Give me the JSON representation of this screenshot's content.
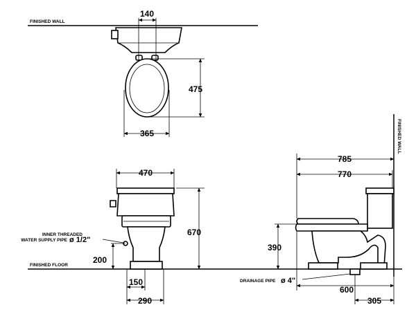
{
  "labels": {
    "finished_wall": "FINISHED WALL",
    "finished_wall_side": "FINISHED WALL",
    "finished_floor": "FINISHED FLOOR",
    "supply_line1": "INNER THREADED",
    "supply_line2": "WATER SUPPLY PIPE",
    "supply_size": "ø 1/2\"",
    "drain_label": "DRAINAGE PIPE",
    "drain_size": "ø 4\""
  },
  "dimensions": {
    "top_tank_gap": "140",
    "top_seat_length": "475",
    "top_seat_width": "365",
    "front_tank_width": "470",
    "front_height": "670",
    "front_supply_height": "200",
    "front_base_width": "150",
    "front_footprint": "290",
    "side_total_depth": "785",
    "side_bowl_depth": "770",
    "side_rim_height": "390",
    "side_drain_center": "600",
    "side_rough_in": "305"
  }
}
